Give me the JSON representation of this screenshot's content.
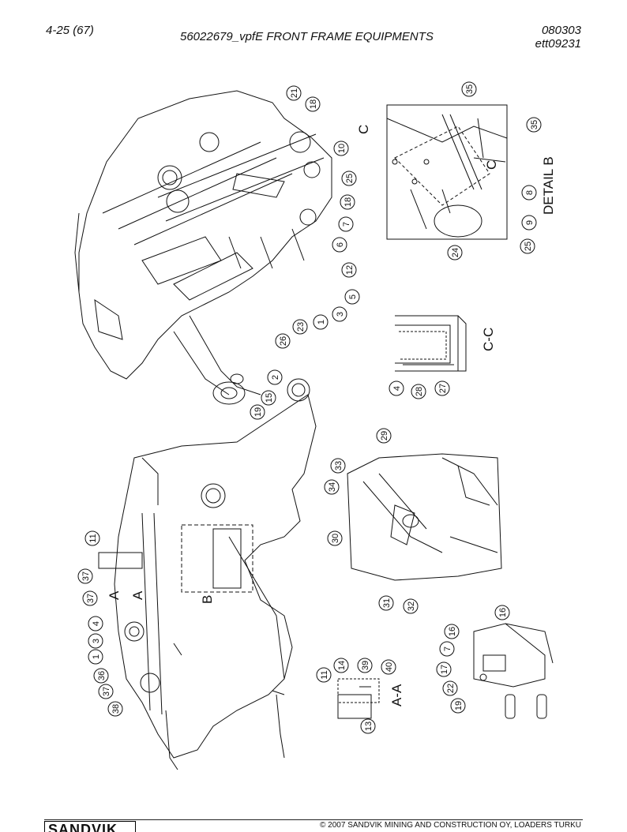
{
  "header": {
    "page_number": "4-25 (67)",
    "title": "56022679_vpfE FRONT FRAME EQUIPMENTS",
    "date_code": "080303",
    "drawing_ref": "ett09231"
  },
  "section_labels": {
    "detail_b": "DETAIL B",
    "section_cc": "C-C",
    "section_aa": "A-A",
    "c_left": "C",
    "c_right": "C",
    "a_upper": "A",
    "a_lower": "A",
    "b": "B"
  },
  "callouts": [
    "1",
    "2",
    "3",
    "4",
    "5",
    "6",
    "7",
    "8",
    "9",
    "10",
    "11",
    "12",
    "13",
    "14",
    "15",
    "16",
    "17",
    "18",
    "19",
    "21",
    "22",
    "23",
    "24",
    "25",
    "26",
    "27",
    "28",
    "29",
    "30",
    "31",
    "32",
    "33",
    "34",
    "35",
    "36",
    "37",
    "38",
    "39",
    "40"
  ],
  "footer": {
    "copyright": "© 2007 SANDVIK MINING AND CONSTRUCTION OY, LOADERS TURKU",
    "logo_text": "SANDVIK"
  }
}
